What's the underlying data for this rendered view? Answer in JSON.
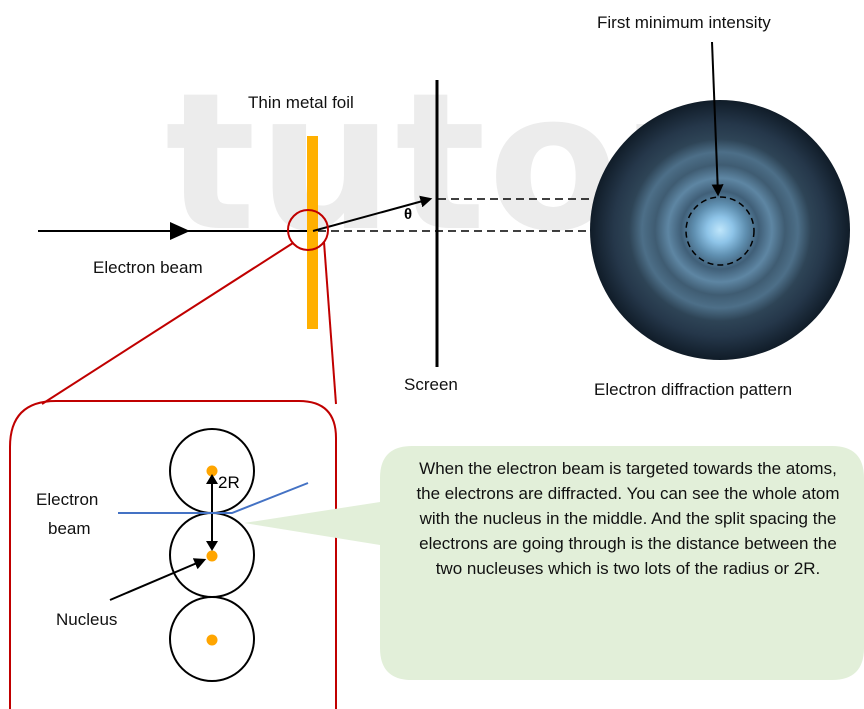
{
  "watermark": "tutor",
  "labels": {
    "first_minimum": "First minimum intensity",
    "thin_metal_foil": "Thin metal foil",
    "electron_beam_top": "Electron beam",
    "screen": "Screen",
    "electron_diffraction_pattern": "Electron diffraction pattern",
    "theta": "θ",
    "electron_beam_inset_line1": "Electron",
    "electron_beam_inset_line2": "beam",
    "two_r": "2R",
    "nucleus": "Nucleus"
  },
  "callout": {
    "text": "When the electron beam is targeted towards the atoms, the electrons are diffracted. You can see the whole atom with the nucleus in the middle. And the split spacing the electrons are going through is the distance between the two nucleuses which is two lots of the radius or 2R."
  },
  "colors": {
    "foil": "#FFB000",
    "magnifier": "#C00000",
    "beam_inset": "#4472C4",
    "callout_fill": "#E2EFD9",
    "nucleus": "#FFA500"
  }
}
